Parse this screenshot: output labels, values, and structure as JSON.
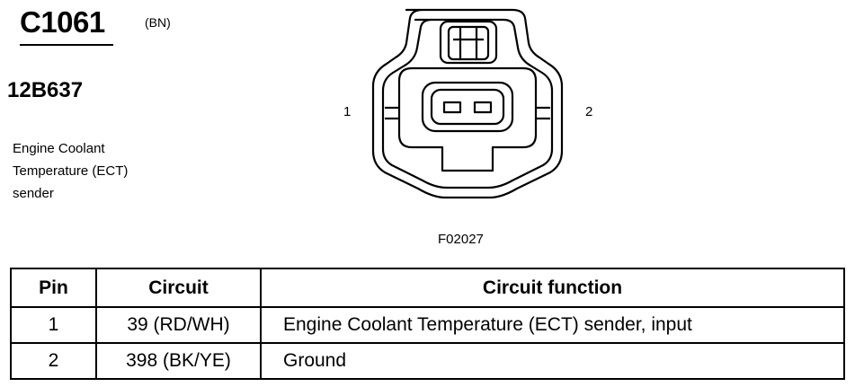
{
  "header": {
    "connector_id": "C1061",
    "color_code": "(BN)",
    "part_number": "12B637",
    "component_description_lines": [
      "Engine Coolant",
      "Temperature (ECT)",
      "sender"
    ]
  },
  "diagram": {
    "pin_label_left": "1",
    "pin_label_right": "2",
    "figure_code": "F02027"
  },
  "table": {
    "headers": [
      "Pin",
      "Circuit",
      "Circuit function"
    ],
    "rows": [
      {
        "pin": "1",
        "circuit": "39 (RD/WH)",
        "function": "Engine Coolant Temperature (ECT) sender, input"
      },
      {
        "pin": "2",
        "circuit": "398 (BK/YE)",
        "function": "Ground"
      }
    ]
  }
}
